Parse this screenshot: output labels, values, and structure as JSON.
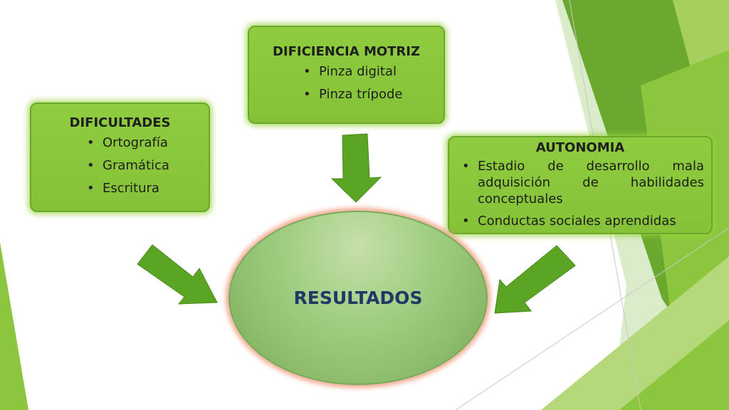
{
  "colors": {
    "box_fill": "#8dc63f",
    "box_border": "#6aa82a",
    "arrow_fill": "#5ba524",
    "title_center": "#1f3864",
    "decor_greens": [
      "#6aa830",
      "#8cc63f",
      "#b5d97a",
      "#a3cc55"
    ]
  },
  "diagram": {
    "dificultades": {
      "title": "DIFICULTADES",
      "items": [
        "Ortografía",
        "Gramática",
        "Escritura"
      ]
    },
    "motriz": {
      "title": "DIFICIENCIA MOTRIZ",
      "items": [
        "Pinza digital",
        "Pinza trípode"
      ]
    },
    "autonomia": {
      "title": "AUTONOMIA",
      "items": [
        "Estadio de desarrollo mala adquisición de habilidades conceptuales",
        "Conductas sociales aprendidas"
      ]
    },
    "center": {
      "label": "RESULTADOS"
    }
  }
}
